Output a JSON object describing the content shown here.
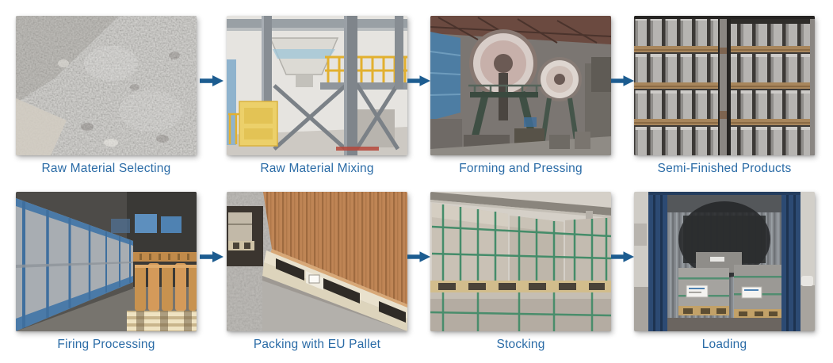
{
  "theme": {
    "background": "#ffffff",
    "caption_color": "#2a6ba6",
    "arrow_color": "#1c5c90"
  },
  "process": {
    "steps": [
      {
        "label": "Raw Material Selecting",
        "photo": "gravel-pile-photo"
      },
      {
        "label": "Raw Material Mixing",
        "photo": "mixing-plant-photo"
      },
      {
        "label": "Forming and Pressing",
        "photo": "friction-press-photo"
      },
      {
        "label": "Semi-Finished Products",
        "photo": "brick-rack-photo"
      },
      {
        "label": "Firing Processing",
        "photo": "tunnel-kiln-photo"
      },
      {
        "label": "Packing with EU Pallet",
        "photo": "eu-pallet-photo"
      },
      {
        "label": "Stocking",
        "photo": "wrapped-pallets-photo"
      },
      {
        "label": "Loading",
        "photo": "container-loading-photo"
      }
    ],
    "arrow_icon": "arrow-right-icon"
  }
}
